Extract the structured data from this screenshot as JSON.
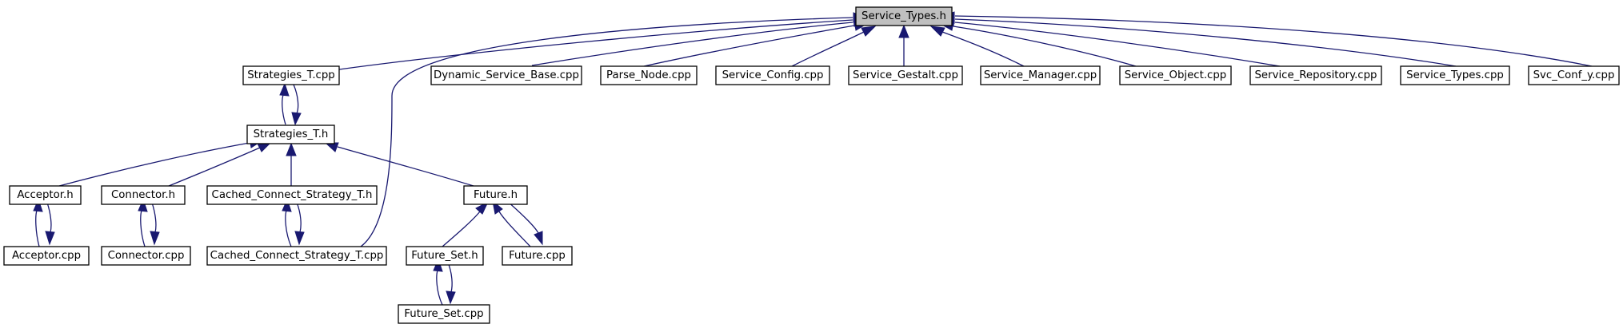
{
  "graph": {
    "root": "Service_Types.h",
    "edge_color": "#191970",
    "root_fill": "#bfbfbf",
    "node_fill": "#ffffff",
    "nodes": {
      "service_types_h": "Service_Types.h",
      "strategies_t_cpp": "Strategies_T.cpp",
      "dynamic_service_base_cpp": "Dynamic_Service_Base.cpp",
      "parse_node_cpp": "Parse_Node.cpp",
      "service_config_cpp": "Service_Config.cpp",
      "service_gestalt_cpp": "Service_Gestalt.cpp",
      "service_manager_cpp": "Service_Manager.cpp",
      "service_object_cpp": "Service_Object.cpp",
      "service_repository_cpp": "Service_Repository.cpp",
      "service_types_cpp": "Service_Types.cpp",
      "svc_conf_y_cpp": "Svc_Conf_y.cpp",
      "strategies_t_h": "Strategies_T.h",
      "acceptor_h": "Acceptor.h",
      "connector_h": "Connector.h",
      "cached_connect_strategy_t_h": "Cached_Connect_Strategy_T.h",
      "future_h": "Future.h",
      "acceptor_cpp": "Acceptor.cpp",
      "connector_cpp": "Connector.cpp",
      "cached_connect_strategy_t_cpp": "Cached_Connect_Strategy_T.cpp",
      "future_set_h": "Future_Set.h",
      "future_cpp": "Future.cpp",
      "future_set_cpp": "Future_Set.cpp"
    },
    "edges": [
      {
        "from": "strategies_t_cpp",
        "to": "service_types_h"
      },
      {
        "from": "cached_connect_strategy_t_cpp",
        "to": "service_types_h"
      },
      {
        "from": "dynamic_service_base_cpp",
        "to": "service_types_h"
      },
      {
        "from": "parse_node_cpp",
        "to": "service_types_h"
      },
      {
        "from": "service_config_cpp",
        "to": "service_types_h"
      },
      {
        "from": "service_gestalt_cpp",
        "to": "service_types_h"
      },
      {
        "from": "service_manager_cpp",
        "to": "service_types_h"
      },
      {
        "from": "service_object_cpp",
        "to": "service_types_h"
      },
      {
        "from": "service_repository_cpp",
        "to": "service_types_h"
      },
      {
        "from": "service_types_cpp",
        "to": "service_types_h"
      },
      {
        "from": "svc_conf_y_cpp",
        "to": "service_types_h"
      },
      {
        "from": "strategies_t_h",
        "to": "strategies_t_cpp"
      },
      {
        "from": "strategies_t_cpp",
        "to": "strategies_t_h"
      },
      {
        "from": "acceptor_h",
        "to": "strategies_t_h"
      },
      {
        "from": "connector_h",
        "to": "strategies_t_h"
      },
      {
        "from": "cached_connect_strategy_t_h",
        "to": "strategies_t_h"
      },
      {
        "from": "future_h",
        "to": "strategies_t_h"
      },
      {
        "from": "acceptor_cpp",
        "to": "acceptor_h"
      },
      {
        "from": "acceptor_h",
        "to": "acceptor_cpp"
      },
      {
        "from": "connector_cpp",
        "to": "connector_h"
      },
      {
        "from": "connector_h",
        "to": "connector_cpp"
      },
      {
        "from": "cached_connect_strategy_t_cpp",
        "to": "cached_connect_strategy_t_h"
      },
      {
        "from": "cached_connect_strategy_t_h",
        "to": "cached_connect_strategy_t_cpp"
      },
      {
        "from": "future_set_h",
        "to": "future_h"
      },
      {
        "from": "future_cpp",
        "to": "future_h"
      },
      {
        "from": "future_h",
        "to": "future_cpp"
      },
      {
        "from": "future_set_cpp",
        "to": "future_set_h"
      },
      {
        "from": "future_set_h",
        "to": "future_set_cpp"
      }
    ]
  }
}
